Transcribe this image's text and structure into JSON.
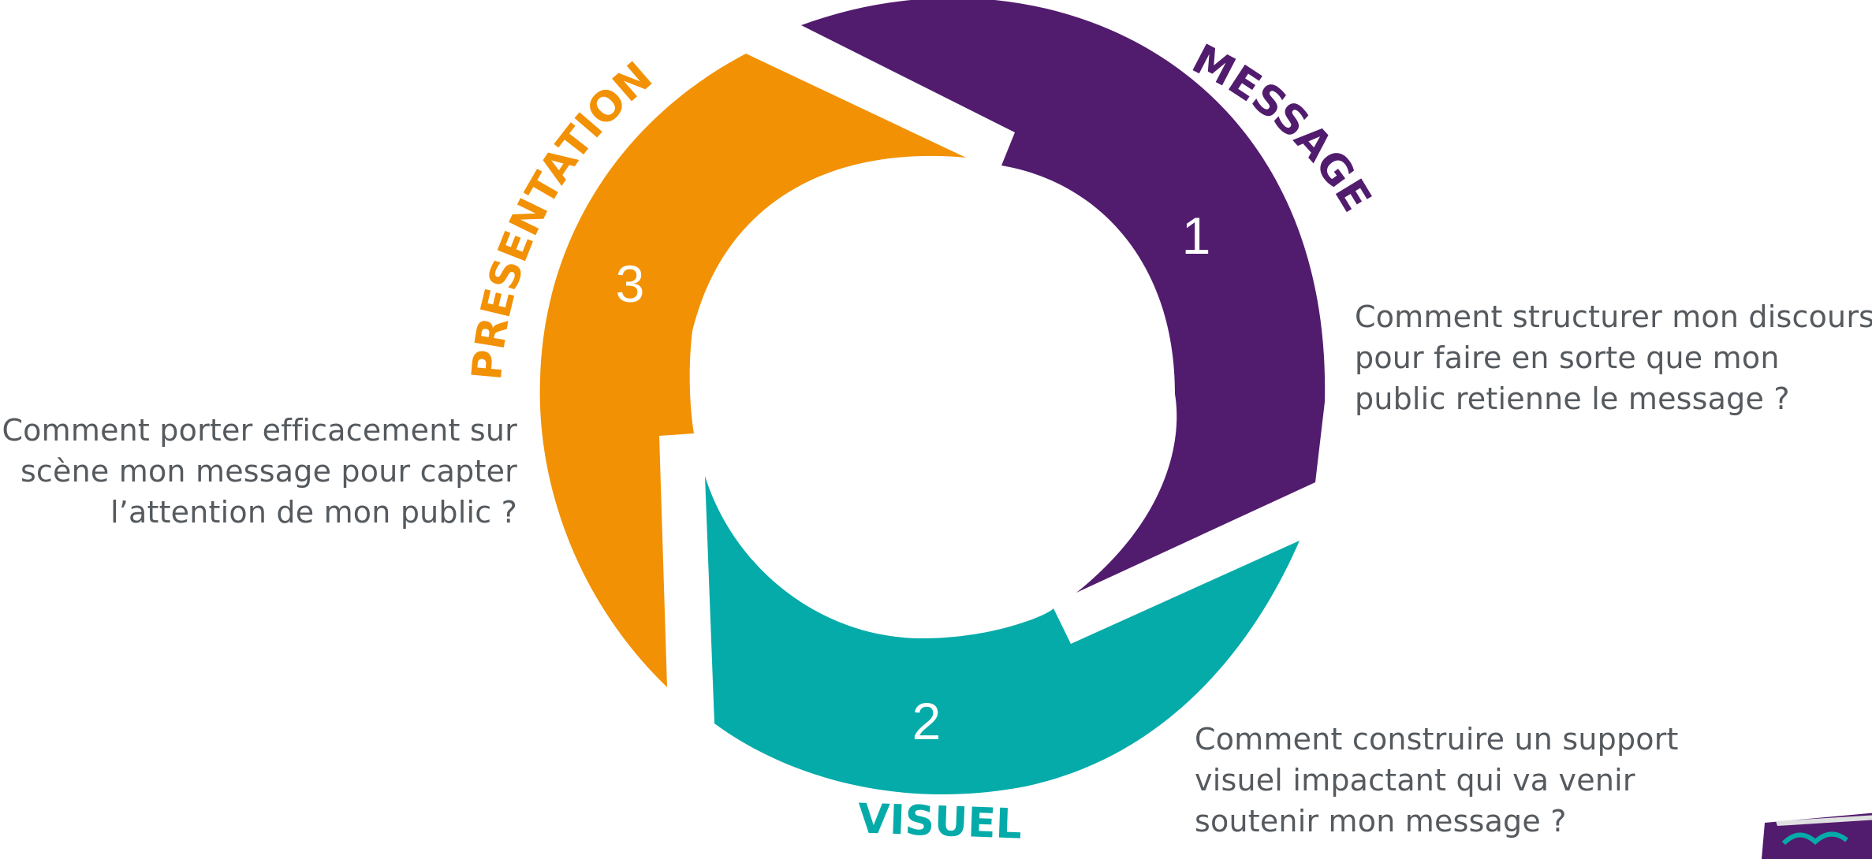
{
  "colors": {
    "message": "#521c6e",
    "visuel": "#04aba9",
    "presentation": "#f29104",
    "text": "#555a5f",
    "background": "#ffffff"
  },
  "segments": {
    "message": {
      "number": "1",
      "title": "MESSAGE",
      "description": [
        "Comment structurer mon discours",
        "pour faire en sorte que mon",
        "public retienne le message ?"
      ]
    },
    "visuel": {
      "number": "2",
      "title": "VISUEL",
      "description": [
        "Comment construire un support",
        "visuel impactant qui va venir",
        "soutenir mon message ?"
      ]
    },
    "presentation": {
      "number": "3",
      "title": "PRESENTATION",
      "description": [
        "Comment porter efficacement sur",
        "scène mon message pour capter",
        "l’attention de mon public ?"
      ]
    }
  }
}
